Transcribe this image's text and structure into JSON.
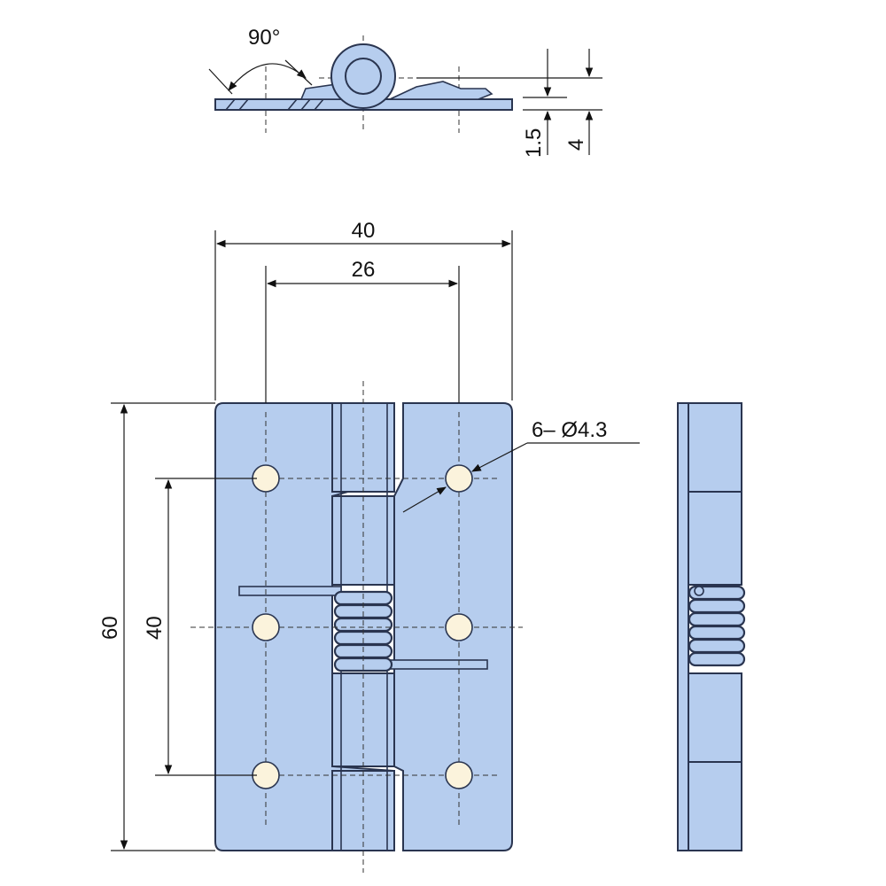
{
  "dimensions": {
    "angle": "90°",
    "thickness": "1.5",
    "knuckle_height": "4",
    "overall_width": "40",
    "hole_spacing_horizontal": "26",
    "overall_height": "60",
    "hole_spacing_vertical": "40",
    "holes_callout": "6– Ø4.3"
  },
  "colors": {
    "part_fill": "#b6cdee",
    "outline": "#2a3550",
    "hole_fill": "#fbf3dc"
  }
}
